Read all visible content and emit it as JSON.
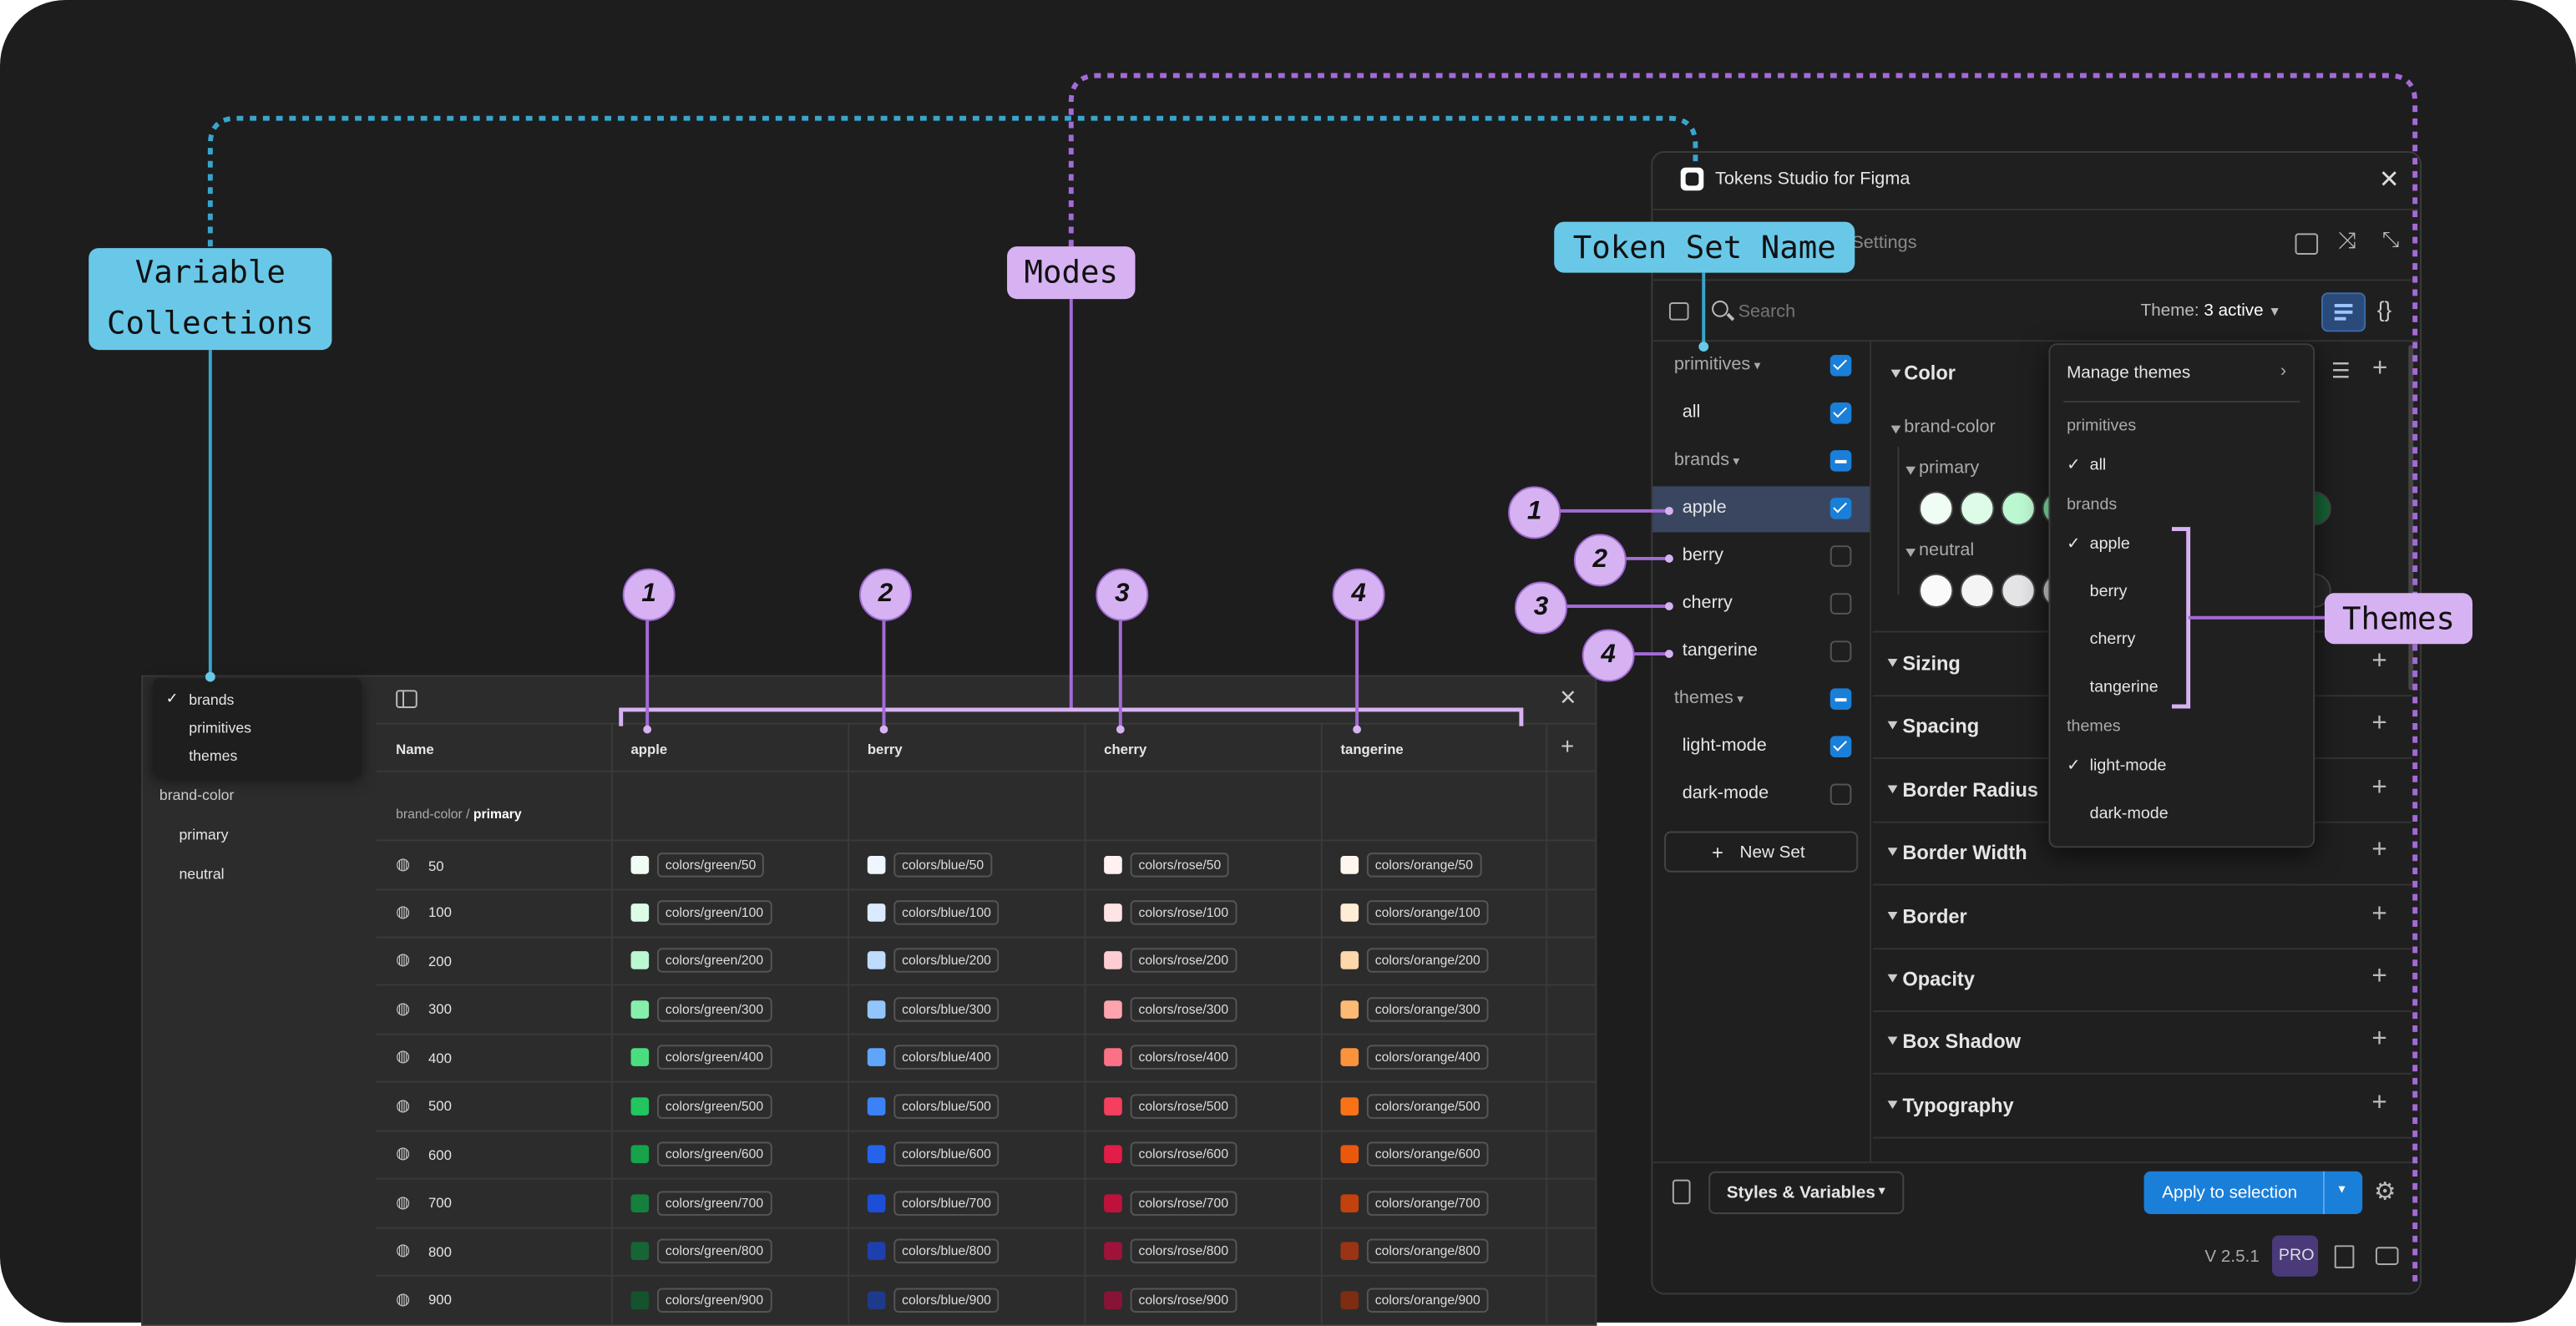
{
  "callouts": {
    "variable_collections": "Variable\nCollections",
    "modes": "Modes",
    "token_set_name": "Token Set Name",
    "themes": "Themes",
    "numbers": [
      "1",
      "2",
      "3",
      "4"
    ]
  },
  "variables": {
    "collection_dropdown": {
      "selected": "brands",
      "options": [
        "brands",
        "primitives",
        "themes"
      ]
    },
    "sidebar": {
      "group": "brand-color",
      "items": [
        "primary",
        "neutral"
      ]
    },
    "columns": {
      "name": "Name",
      "modes": [
        "apple",
        "berry",
        "cherry",
        "tangerine"
      ]
    },
    "group_path": {
      "parent": "brand-color / ",
      "current": "primary"
    },
    "rows": [
      {
        "name": "50",
        "values": [
          "colors/green/50",
          "colors/blue/50",
          "colors/rose/50",
          "colors/orange/50"
        ]
      },
      {
        "name": "100",
        "values": [
          "colors/green/100",
          "colors/blue/100",
          "colors/rose/100",
          "colors/orange/100"
        ]
      },
      {
        "name": "200",
        "values": [
          "colors/green/200",
          "colors/blue/200",
          "colors/rose/200",
          "colors/orange/200"
        ]
      },
      {
        "name": "300",
        "values": [
          "colors/green/300",
          "colors/blue/300",
          "colors/rose/300",
          "colors/orange/300"
        ]
      },
      {
        "name": "400",
        "values": [
          "colors/green/400",
          "colors/blue/400",
          "colors/rose/400",
          "colors/orange/400"
        ]
      },
      {
        "name": "500",
        "values": [
          "colors/green/500",
          "colors/blue/500",
          "colors/rose/500",
          "colors/orange/500"
        ]
      },
      {
        "name": "600",
        "values": [
          "colors/green/600",
          "colors/blue/600",
          "colors/rose/600",
          "colors/orange/600"
        ]
      },
      {
        "name": "700",
        "values": [
          "colors/green/700",
          "colors/blue/700",
          "colors/rose/700",
          "colors/orange/700"
        ]
      },
      {
        "name": "800",
        "values": [
          "colors/green/800",
          "colors/blue/800",
          "colors/rose/800",
          "colors/orange/800"
        ]
      },
      {
        "name": "900",
        "values": [
          "colors/green/900",
          "colors/blue/900",
          "colors/rose/900",
          "colors/orange/900"
        ]
      }
    ],
    "swatch_colors": {
      "green": [
        "#f0fdf4",
        "#dcfce7",
        "#bbf7d0",
        "#86efac",
        "#4ade80",
        "#22c55e",
        "#16a34a",
        "#15803d",
        "#166534",
        "#14532d"
      ],
      "blue": [
        "#eff6ff",
        "#dbeafe",
        "#bfdbfe",
        "#93c5fd",
        "#60a5fa",
        "#3b82f6",
        "#2563eb",
        "#1d4ed8",
        "#1e40af",
        "#1e3a8a"
      ],
      "rose": [
        "#fff1f2",
        "#ffe4e6",
        "#fecdd3",
        "#fda4af",
        "#fb7185",
        "#f43f5e",
        "#e11d48",
        "#be123c",
        "#9f1239",
        "#881337"
      ],
      "orange": [
        "#fff7ed",
        "#ffedd5",
        "#fed7aa",
        "#fdba74",
        "#fb923c",
        "#f97316",
        "#ea580c",
        "#c2410c",
        "#9a3412",
        "#7c2d12"
      ]
    }
  },
  "tokens_studio": {
    "title": "Tokens Studio for Figma",
    "tab_settings": "Settings",
    "search_placeholder": "Search",
    "theme_label": "Theme:",
    "theme_value": "3 active",
    "token_sets": [
      {
        "name": "primitives",
        "kind": "folder",
        "state": "on"
      },
      {
        "name": "all",
        "kind": "set",
        "state": "on"
      },
      {
        "name": "brands",
        "kind": "folder",
        "state": "mid"
      },
      {
        "name": "apple",
        "kind": "set",
        "state": "on",
        "selected": true
      },
      {
        "name": "berry",
        "kind": "set",
        "state": "off"
      },
      {
        "name": "cherry",
        "kind": "set",
        "state": "off"
      },
      {
        "name": "tangerine",
        "kind": "set",
        "state": "off"
      },
      {
        "name": "themes",
        "kind": "folder",
        "state": "mid"
      },
      {
        "name": "light-mode",
        "kind": "set",
        "state": "on"
      },
      {
        "name": "dark-mode",
        "kind": "set",
        "state": "off"
      }
    ],
    "new_set": "New Set",
    "color_group": {
      "title": "Color",
      "sub": "brand-color",
      "primary": "primary",
      "neutral": "neutral"
    },
    "sections": [
      "Sizing",
      "Spacing",
      "Border Radius",
      "Border Width",
      "Border",
      "Opacity",
      "Box Shadow",
      "Typography"
    ],
    "themes_menu": {
      "manage": "Manage themes",
      "groups": [
        {
          "name": "primitives",
          "options": [
            {
              "label": "all",
              "checked": true
            }
          ]
        },
        {
          "name": "brands",
          "options": [
            {
              "label": "apple",
              "checked": true
            },
            {
              "label": "berry",
              "checked": false
            },
            {
              "label": "cherry",
              "checked": false
            },
            {
              "label": "tangerine",
              "checked": false
            }
          ]
        },
        {
          "name": "themes",
          "options": [
            {
              "label": "light-mode",
              "checked": true
            },
            {
              "label": "dark-mode",
              "checked": false
            }
          ]
        }
      ]
    },
    "footer": {
      "styles_vars": "Styles & Variables",
      "apply": "Apply to selection",
      "version": "V 2.5.1",
      "pro": "PRO"
    }
  }
}
